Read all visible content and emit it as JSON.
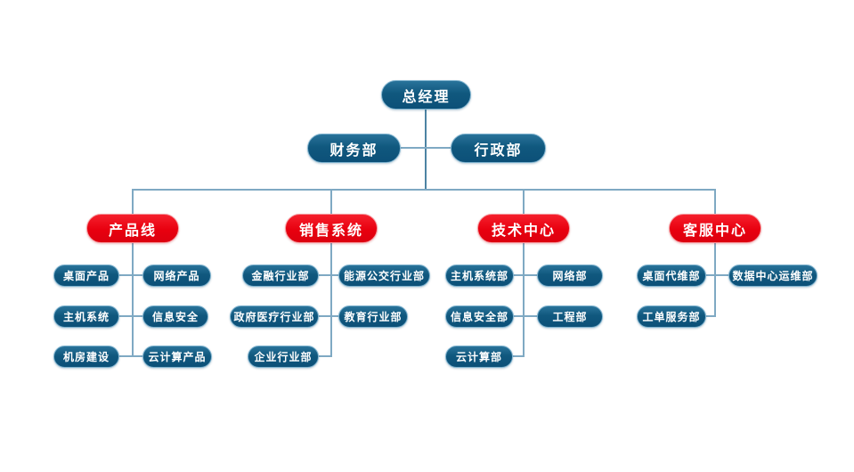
{
  "org_chart": {
    "root": {
      "label": "总经理"
    },
    "staff_nodes": [
      {
        "label": "财务部"
      },
      {
        "label": "行政部"
      }
    ],
    "divisions": [
      {
        "label": "产品线",
        "children": [
          {
            "label": "桌面产品"
          },
          {
            "label": "网络产品"
          },
          {
            "label": "主机系统"
          },
          {
            "label": "信息安全"
          },
          {
            "label": "机房建设"
          },
          {
            "label": "云计算产品"
          }
        ]
      },
      {
        "label": "销售系统",
        "children": [
          {
            "label": "金融行业部"
          },
          {
            "label": "能源公交行业部"
          },
          {
            "label": "政府医疗行业部"
          },
          {
            "label": "教育行业部"
          },
          {
            "label": "企业行业部"
          }
        ]
      },
      {
        "label": "技术中心",
        "children": [
          {
            "label": "主机系统部"
          },
          {
            "label": "网络部"
          },
          {
            "label": "信息安全部"
          },
          {
            "label": "工程部"
          },
          {
            "label": "云计算部"
          }
        ]
      },
      {
        "label": "客服中心",
        "children": [
          {
            "label": "桌面代维部"
          },
          {
            "label": "数据中心运维部"
          },
          {
            "label": "工单服务部"
          }
        ]
      }
    ],
    "colors": {
      "executive_node_blue": "#10587e",
      "division_node_red": "#e8000f",
      "connector_line": "#7fa9c3",
      "node_text": "#ffffff"
    }
  }
}
